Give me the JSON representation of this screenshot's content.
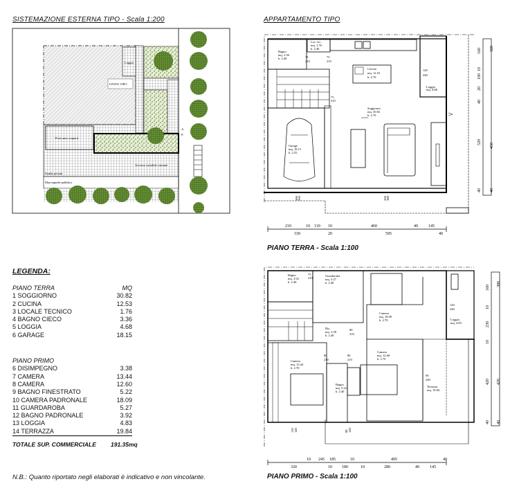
{
  "titles": {
    "site_plan": "SISTEMAZIONE ESTERNA TIPO -  Scala 1:200",
    "apartment": "APPARTAMENTO TIPO",
    "ground_floor": "PIANO TERRA - Scala 1:100",
    "first_floor": "PIANO PRIMO - Scala 1:100"
  },
  "legend": {
    "title": "LEGENDA:",
    "ground_header": "PIANO TERRA",
    "unit_header": "MQ",
    "ground_items": [
      {
        "label": "1 SOGGIORNO",
        "mq": "30.82"
      },
      {
        "label": "2 CUCINA",
        "mq": "12.53"
      },
      {
        "label": "3 LOCALE TECNICO",
        "mq": "1.76"
      },
      {
        "label": "4 BAGNO CIECO",
        "mq": "3.36"
      },
      {
        "label": "5 LOGGIA",
        "mq": "4.68"
      },
      {
        "label": "6 GARAGE",
        "mq": "18.15"
      }
    ],
    "first_header": "PIANO PRIMO",
    "first_items": [
      {
        "label": "6 DISIMPEGNO",
        "mq": "3.38"
      },
      {
        "label": "7 CAMERA",
        "mq": "13.44"
      },
      {
        "label": "8 CAMERA",
        "mq": "12.60"
      },
      {
        "label": "9 BAGNO FINESTRATO",
        "mq": "5.22"
      },
      {
        "label": "10 CAMERA PADRONALE",
        "mq": "18.09"
      },
      {
        "label": "11 GUARDAROBA",
        "mq": "5.27"
      },
      {
        "label": "12 BAGNO PADRONALE",
        "mq": "3.92"
      },
      {
        "label": "13 LOGGIA",
        "mq": "4.83"
      },
      {
        "label": "14 TERRAZZA",
        "mq": "19.84"
      }
    ],
    "total_label": "TOTALE SUP. COMMERCIALE",
    "total_value": "191.35mq"
  },
  "note": "N.B.: Quanto riportato negli elaborati è indicativo e non vincolante.",
  "site_plan": {
    "labels": [
      "Loggia",
      "UNITA' TIPO",
      "Posti auto scoperti",
      "Accesso carrabile comune",
      "Strada privata",
      "Marciapiede pubblico",
      "A.",
      "P."
    ],
    "colors": {
      "green": "#4f7a1e",
      "paving": "#9a9a9a",
      "hatch": "#bdbdbd"
    }
  },
  "ground_floor": {
    "labels": [
      "Bagno",
      "mq. 3.36",
      "h. 2.40",
      "Loc. tec.",
      "mq. 1.76",
      "h. 2.40",
      "75",
      "210",
      "75",
      "210",
      "75",
      "210",
      "Cucina",
      "mq. 12.53",
      "h. 2.70",
      "120",
      "240",
      "Loggia",
      "mq. 4.68",
      "Soggiorno",
      "mq. 30.82",
      "h. 2.70",
      "Garage",
      "mq. 18.15",
      "h. 2.55",
      "300",
      "260",
      "260",
      "300"
    ],
    "dims_right": [
      "160",
      "10",
      "100",
      "20",
      "40",
      "450",
      "40",
      "320",
      "520",
      "40"
    ],
    "dims_bottom_top": [
      "210",
      "10",
      "110",
      "10",
      "460",
      "40",
      "145"
    ],
    "dims_bottom": [
      "330",
      "20",
      "595",
      "40"
    ]
  },
  "first_floor": {
    "labels": [
      "Bagno",
      "mq. 3.92",
      "h. 2.40",
      "75",
      "210",
      "Guardaroba",
      "mq. 5.27",
      "h. 2.40",
      "Camera",
      "mq. 18.09",
      "h. 2.70",
      "Dis.",
      "mq. 3.38",
      "h. 2.40",
      "80",
      "210",
      "120",
      "240",
      "Loggia",
      "mq. 4.83",
      "Camera",
      "mq. 13.44",
      "h. 2.70",
      "80",
      "210",
      "80",
      "210",
      "Camera",
      "mq. 12.60",
      "h. 2.70",
      "Bagno",
      "mq. 5.22",
      "h. 2.40",
      "90",
      "240",
      "Terrazza",
      "mq. 19.84",
      "110",
      "140",
      "80",
      "140"
    ],
    "dims_right": [
      "160",
      "10",
      "230",
      "10",
      "420",
      "40",
      "380",
      "420",
      "40"
    ],
    "dims_bottom_top": [
      "245",
      "10",
      "185",
      "10",
      "495",
      "40"
    ],
    "dims_bottom": [
      "320",
      "10",
      "180",
      "10",
      "280",
      "40",
      "145"
    ]
  }
}
